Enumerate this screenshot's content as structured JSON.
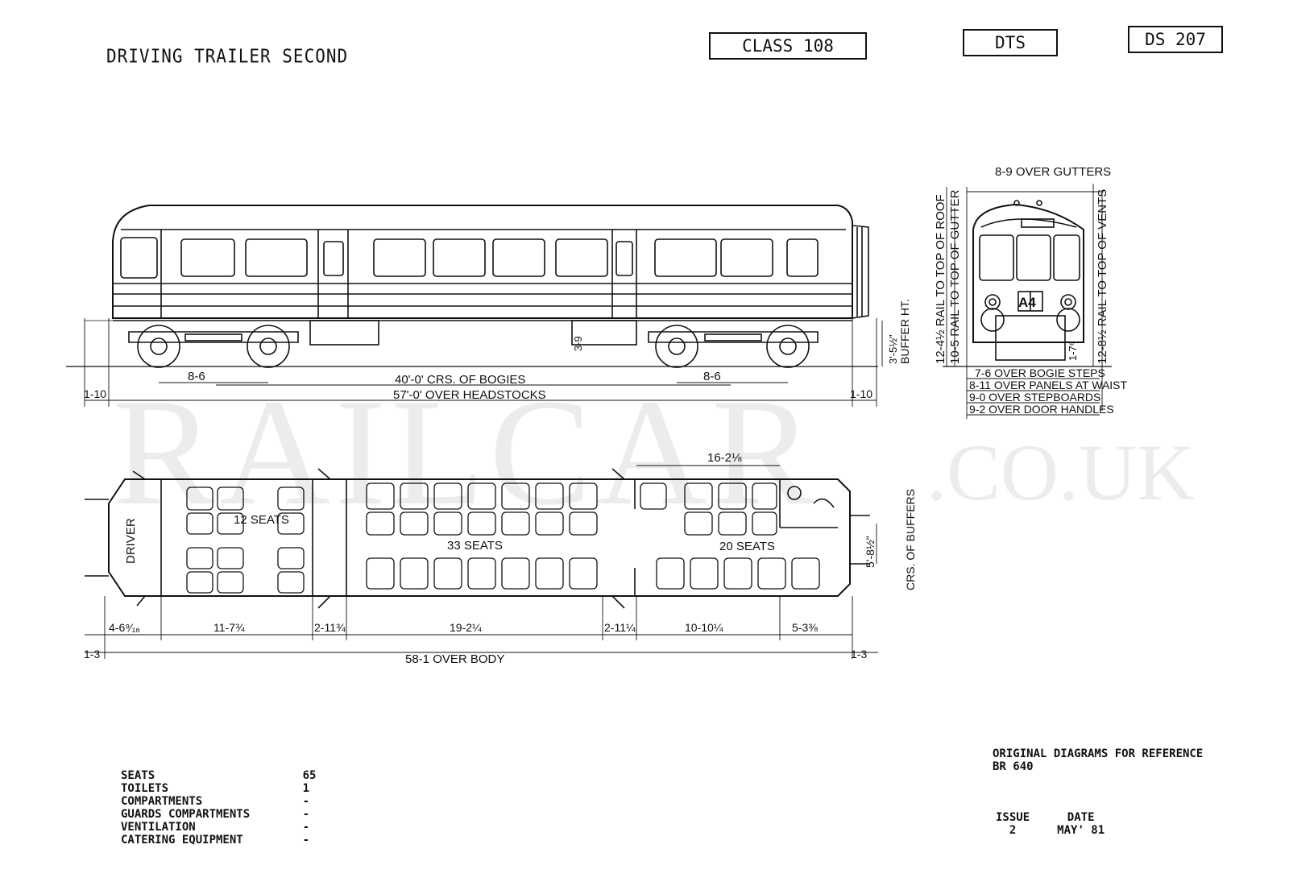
{
  "header": {
    "title": "DRIVING TRAILER SECOND",
    "class_box": "CLASS 108",
    "type_box": "DTS",
    "diagram_box": "DS 207"
  },
  "side_elevation": {
    "dims": {
      "bogie_wheelbase_left": "8-6",
      "bogie_wheelbase_right": "8-6",
      "bogie_centres": "40'-0' CRS. OF BOGIES",
      "over_headstocks": "57'-0' OVER HEADSTOCKS",
      "overhang_left": "1-10",
      "overhang_right": "1-10",
      "step_height": "3-9",
      "buffer_height_value": "3'-5½\"",
      "buffer_height_label": "BUFFER HT."
    }
  },
  "end_elevation": {
    "destination": "A4",
    "labels": {
      "over_gutters": "8-9 OVER GUTTERS",
      "rail_to_roof": "12-4½ RAIL TO TOP OF ROOF",
      "rail_to_gutter": "10-5 RAIL TO TOP OF GUTTER",
      "rail_to_vents": "12-8½ RAIL TO TOP OF VENTS",
      "small_dim": "1-7⁶",
      "over_bogie_steps": "7-6 OVER BOGIE STEPS",
      "over_panels": "8-11 OVER PANELS AT WAIST",
      "over_stepboards": "9-0 OVER STEPBOARDS",
      "over_door_handles": "9-2 OVER DOOR HANDLES"
    }
  },
  "plan": {
    "driver": "DRIVER",
    "seats_a": "12 SEATS",
    "seats_b": "33 SEATS",
    "seats_c": "20 SEATS",
    "top_dim": "16-2⅛",
    "buffers_value": "5'-8½\"",
    "buffers_label": "CRS. OF BUFFERS",
    "bottom_dims": [
      "4-6⁹⁄₁₆",
      "11-7¾",
      "2-11¾",
      "19-2¼",
      "2-11¼",
      "10-10¼",
      "5-3⅜"
    ],
    "end_left": "1-3",
    "end_right": "1-3",
    "over_body": "58-1 OVER BODY"
  },
  "watermark": {
    "main": "RAILCAR",
    "suffix": ".CO.UK"
  },
  "specs": {
    "rows": [
      {
        "label": "SEATS",
        "value": "65"
      },
      {
        "label": "TOILETS",
        "value": "1"
      },
      {
        "label": "COMPARTMENTS",
        "value": "-"
      },
      {
        "label": "GUARDS COMPARTMENTS",
        "value": "-"
      },
      {
        "label": "VENTILATION",
        "value": "-"
      },
      {
        "label": "CATERING EQUIPMENT",
        "value": "-"
      }
    ]
  },
  "reference": {
    "line1": "ORIGINAL DIAGRAMS FOR REFERENCE",
    "line2": "BR 640",
    "issue_label": "ISSUE",
    "issue_value": "2",
    "date_label": "DATE",
    "date_value": "MAY' 81"
  }
}
